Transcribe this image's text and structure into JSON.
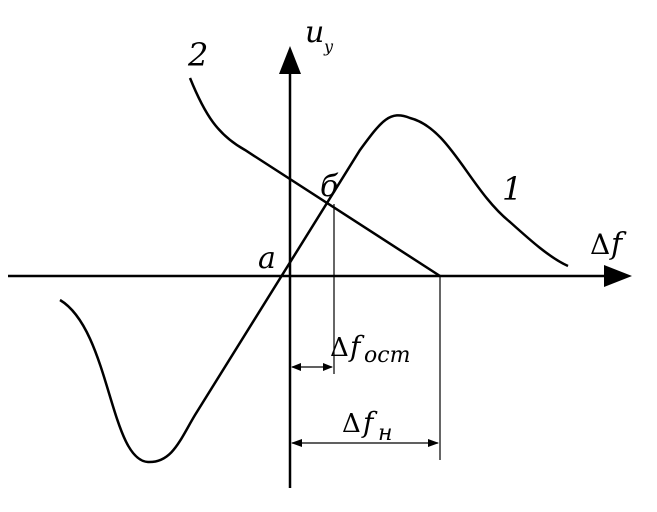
{
  "labels": {
    "y_axis_main": "u",
    "y_axis_sub": "у",
    "x_axis_delta": "Δ",
    "x_axis_var": "f",
    "curve_1": "1",
    "curve_2": "2",
    "point_a": "а",
    "point_b": "б",
    "df_ost_delta": "Δ",
    "df_ost_var": "f",
    "df_ost_sub": "ост",
    "df_n_delta": "Δ",
    "df_n_var": "f",
    "df_n_sub": "н"
  },
  "colors": {
    "stroke": "#000000",
    "background": "#ffffff"
  }
}
